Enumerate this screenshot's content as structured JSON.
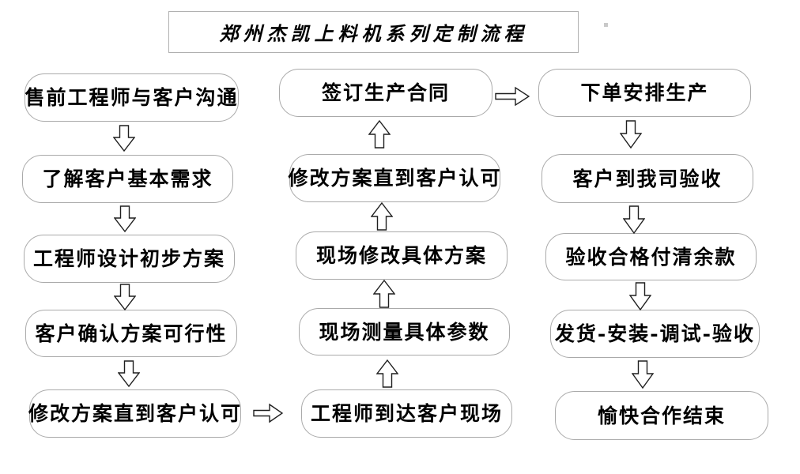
{
  "title": "郑州杰凯上料机系列定制流程",
  "columns": {
    "left": [
      "售前工程师与客户沟通",
      "了解客户基本需求",
      "工程师设计初步方案",
      "客户确认方案可行性",
      "修改方案直到客户认可"
    ],
    "middle": [
      "签订生产合同",
      "修改方案直到客户认可",
      "现场修改具体方案",
      "现场测量具体参数",
      "工程师到达客户现场"
    ],
    "right": [
      "下单安排生产",
      "客户到我司验收",
      "验收合格付清余款",
      "发货-安装-调试-验收",
      "愉快合作结束"
    ]
  },
  "flow_direction": {
    "left_column": "top-to-bottom",
    "middle_column": "bottom-to-top",
    "right_column": "top-to-bottom"
  },
  "colors": {
    "box_border": "#aaaaaa",
    "box_fill": "#ffffff",
    "text": "#000000",
    "arrow_outline": "#1f1f1f",
    "arrow_fill": "#ffffff"
  }
}
